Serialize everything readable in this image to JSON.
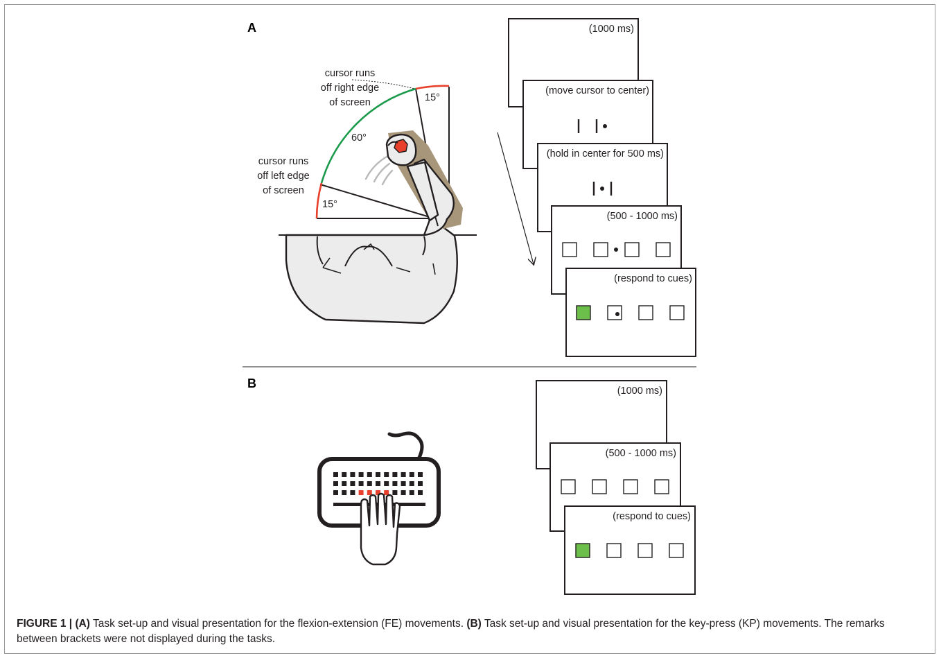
{
  "panel_a": {
    "label": "A",
    "arm": {
      "right_text": [
        "cursor runs",
        "off right edge",
        "of screen"
      ],
      "left_text": [
        "cursor runs",
        "off left edge",
        "of screen"
      ],
      "angle_top": "15°",
      "angle_mid": "60°",
      "angle_bottom": "15°"
    },
    "screens": [
      {
        "label": "(1000 ms)"
      },
      {
        "label": "(move cursor to center)"
      },
      {
        "label": "(hold in center for 500 ms)"
      },
      {
        "label": "(500 - 1000 ms)"
      },
      {
        "label": "(respond to cues)"
      }
    ]
  },
  "panel_b": {
    "label": "B",
    "screens": [
      {
        "label": "(1000 ms)"
      },
      {
        "label": "(500 - 1000 ms)"
      },
      {
        "label": "(respond to cues)"
      }
    ]
  },
  "caption": {
    "figure_label": "FIGURE 1 | ",
    "part_a_label": "(A)",
    "part_a_text": " Task set-up and visual presentation for the flexion-extension (FE) movements. ",
    "part_b_label": "(B)",
    "part_b_text": " Task set-up and visual presentation for the key-press (KP) movements. The remarks between brackets were not displayed during the tasks."
  },
  "colors": {
    "green_arc": "#1a9a4a",
    "red_arc": "#e8402a",
    "cue_green": "#6cbf4b",
    "key_red": "#e8402a",
    "hand_fill": "#ececec",
    "arm_shadow": "#a8967a"
  }
}
